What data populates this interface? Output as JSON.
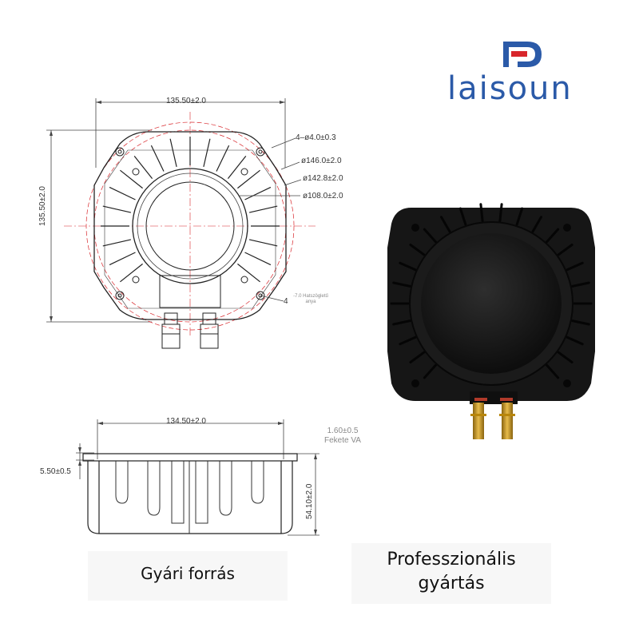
{
  "brand": {
    "logo_text": "laisoun",
    "logo_color": "#2b5aa8",
    "accent_red": "#d8262b"
  },
  "top_view": {
    "width_dim": "135.50±2.0",
    "height_dim": "135.50±2.0",
    "hole_spec": "4–ø4.0±0.3",
    "dia_outer": "ø146.0±2.0",
    "dia_middle": "ø142.8±2.0",
    "dia_inner": "ø108.0±2.0",
    "nut_marker": "4",
    "nut_note_line1": "-7.0 Hatszögletű",
    "nut_note_line2": "anya"
  },
  "side_view": {
    "width_dim": "134.50±2.0",
    "flange_dim": "5.50±0.5",
    "height_dim": "54.10±2.0",
    "thickness_note_line1": "1.60±0.5",
    "thickness_note_line2": "Fekete VA"
  },
  "captions": {
    "left": "Gyári forrás",
    "right_line1": "Professzionális",
    "right_line2": "gyártás"
  },
  "icons": [
    "laisoun-logo-icon",
    "exciter-product-photo"
  ]
}
